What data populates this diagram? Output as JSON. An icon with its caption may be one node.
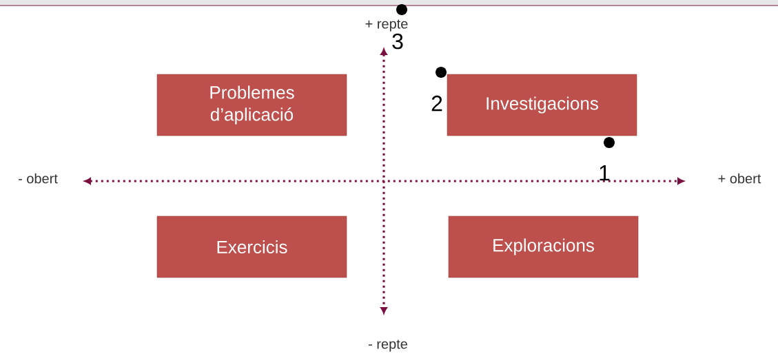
{
  "diagram": {
    "nodes": [
      {
        "text": [
          "Problemes d’aplicació"
        ]
      },
      {
        "text": [
          "Investigacions"
        ]
      },
      {
        "text": [
          "Exercicis"
        ]
      },
      {
        "text": [
          "Exploracions"
        ]
      }
    ],
    "labels": [
      "+ repte",
      "3",
      "2",
      "- obert",
      "1",
      "+ obert",
      "- repte"
    ]
  }
}
